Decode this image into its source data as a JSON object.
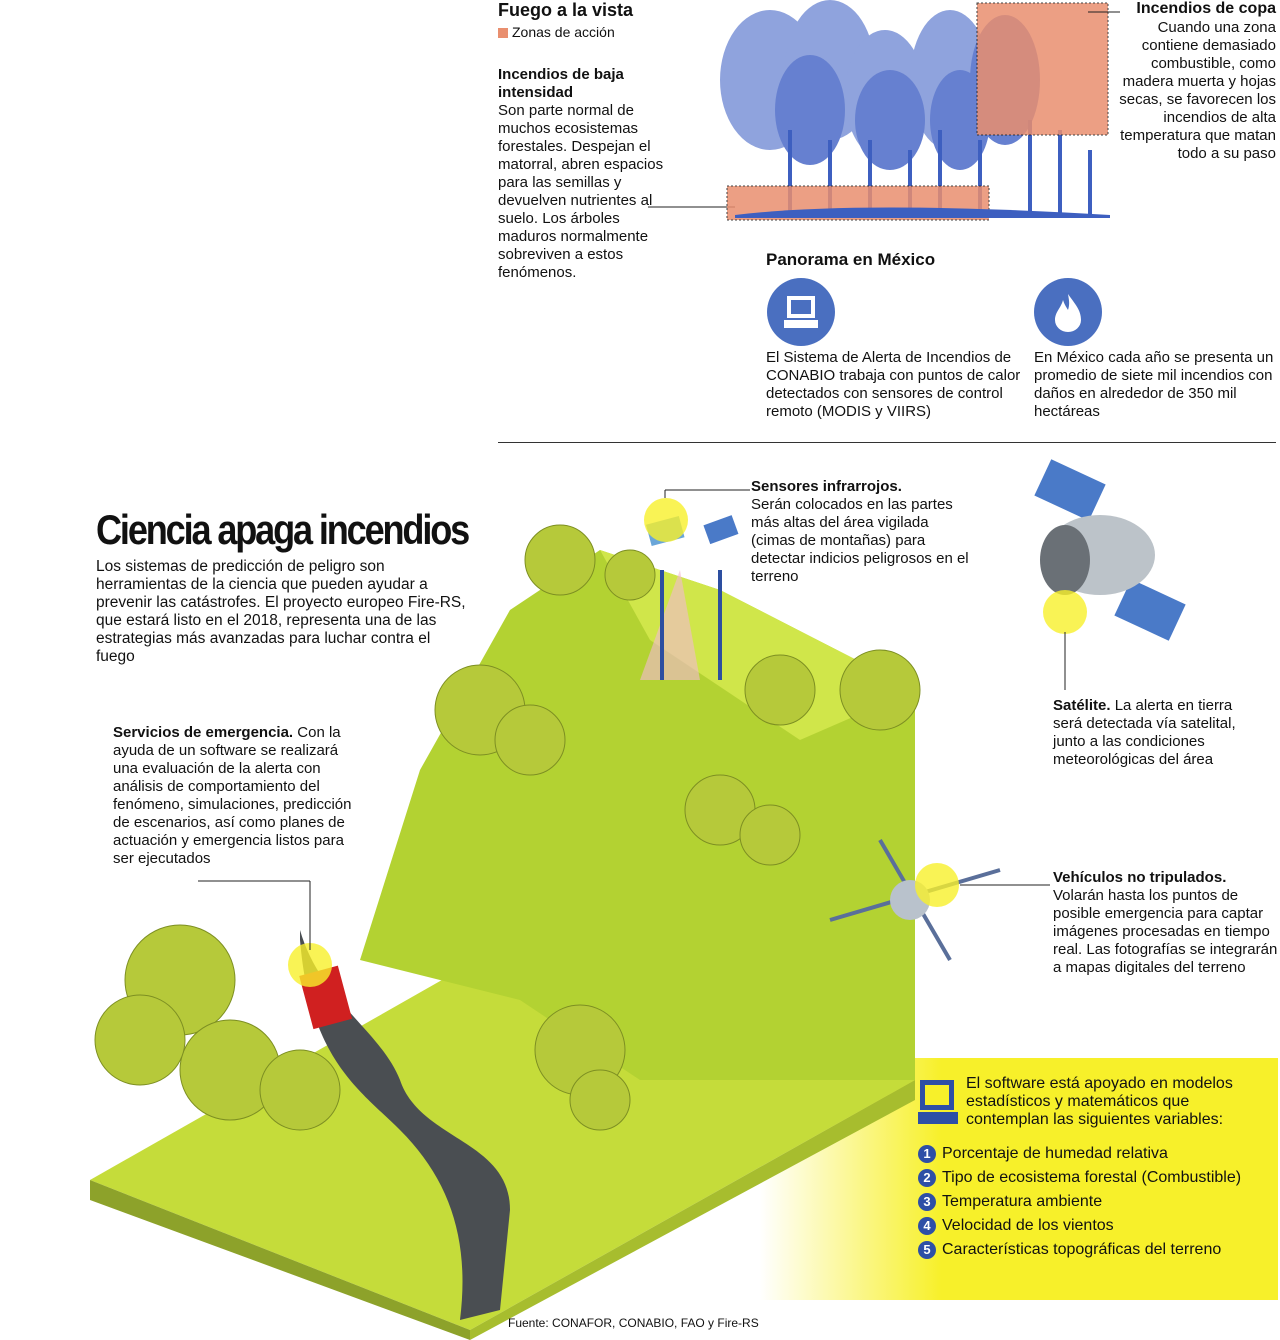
{
  "fuego": {
    "title": "Fuego a la vista",
    "legend": "Zonas de acción",
    "baja_title": "Incendios de baja intensidad",
    "baja_text": "Son parte normal de muchos ecosistemas forestales. Despejan el matorral, abren espacios para las semillas y devuelven nutrientes al suelo. Los árboles maduros normalmente sobreviven a estos fenómenos.",
    "copa_title": "Incendios de copa",
    "copa_text": "Cuando una zona contiene demasiado combustible, como madera muerta y hojas secas, se favorecen los incendios de alta temperatura que matan todo a su paso"
  },
  "panorama": {
    "title": "Panorama en México",
    "items": [
      {
        "icon": "computer-icon",
        "text": "El Sistema de Alerta de Incendios de CONABIO trabaja con puntos de calor detectados con sensores de control remoto (MODIS y VIIRS)"
      },
      {
        "icon": "fire-icon",
        "text": "En México cada año se presenta un promedio de siete mil incendios con daños en alrededor de 350 mil hectáreas"
      }
    ]
  },
  "main": {
    "title": "Ciencia apaga incendios",
    "intro": "Los sistemas de predicción de peligro son herramientas de la ciencia que pueden ayudar a prevenir las catástrofes. El proyecto europeo Fire-RS, que estará listo en el 2018, representa una de las estrategias más avanzadas para luchar contra el fuego"
  },
  "sensores": {
    "title": "Sensores infrarrojos.",
    "text": "Serán colocados en las partes más altas del área vigilada (cimas de montañas) para detectar indicios peligrosos en el terreno"
  },
  "satelite": {
    "title": "Satélite.",
    "text": "La alerta en tierra será detectada vía satelital, junto a las condiciones meteorológicas del área"
  },
  "servicios": {
    "title": "Servicios de emergencia.",
    "text": "Con la ayuda de un software se realizará una evaluación de la alerta con análisis de comportamiento del fenómeno, simulaciones, predicción de escenarios, así como planes de actuación y emergencia listos para ser ejecutados"
  },
  "vehiculos": {
    "title": "Vehículos no tripulados.",
    "text": "Volarán hasta los puntos de posible emergencia para captar imágenes procesadas en tiempo real. Las fotografías se integrarán a mapas digitales del terreno"
  },
  "software": {
    "intro": "El software está apoyado en modelos estadísticos y matemáticos que contemplan las siguientes variables:",
    "variables": [
      {
        "n": "1",
        "label": "Porcentaje de humedad relativa"
      },
      {
        "n": "2",
        "label": "Tipo de ecosistema forestal (Combustible)"
      },
      {
        "n": "3",
        "label": "Temperatura ambiente"
      },
      {
        "n": "4",
        "label": "Velocidad de los vientos"
      },
      {
        "n": "5",
        "label": "Características topográficas del terreno"
      }
    ]
  },
  "source": "Fuente: CONAFOR, CONABIO, FAO y Fire-RS",
  "colors": {
    "blue": "#4a6fc0",
    "orange": "#e98f6f",
    "green": "#c5dc3a",
    "yellow": "#f7f02a"
  }
}
